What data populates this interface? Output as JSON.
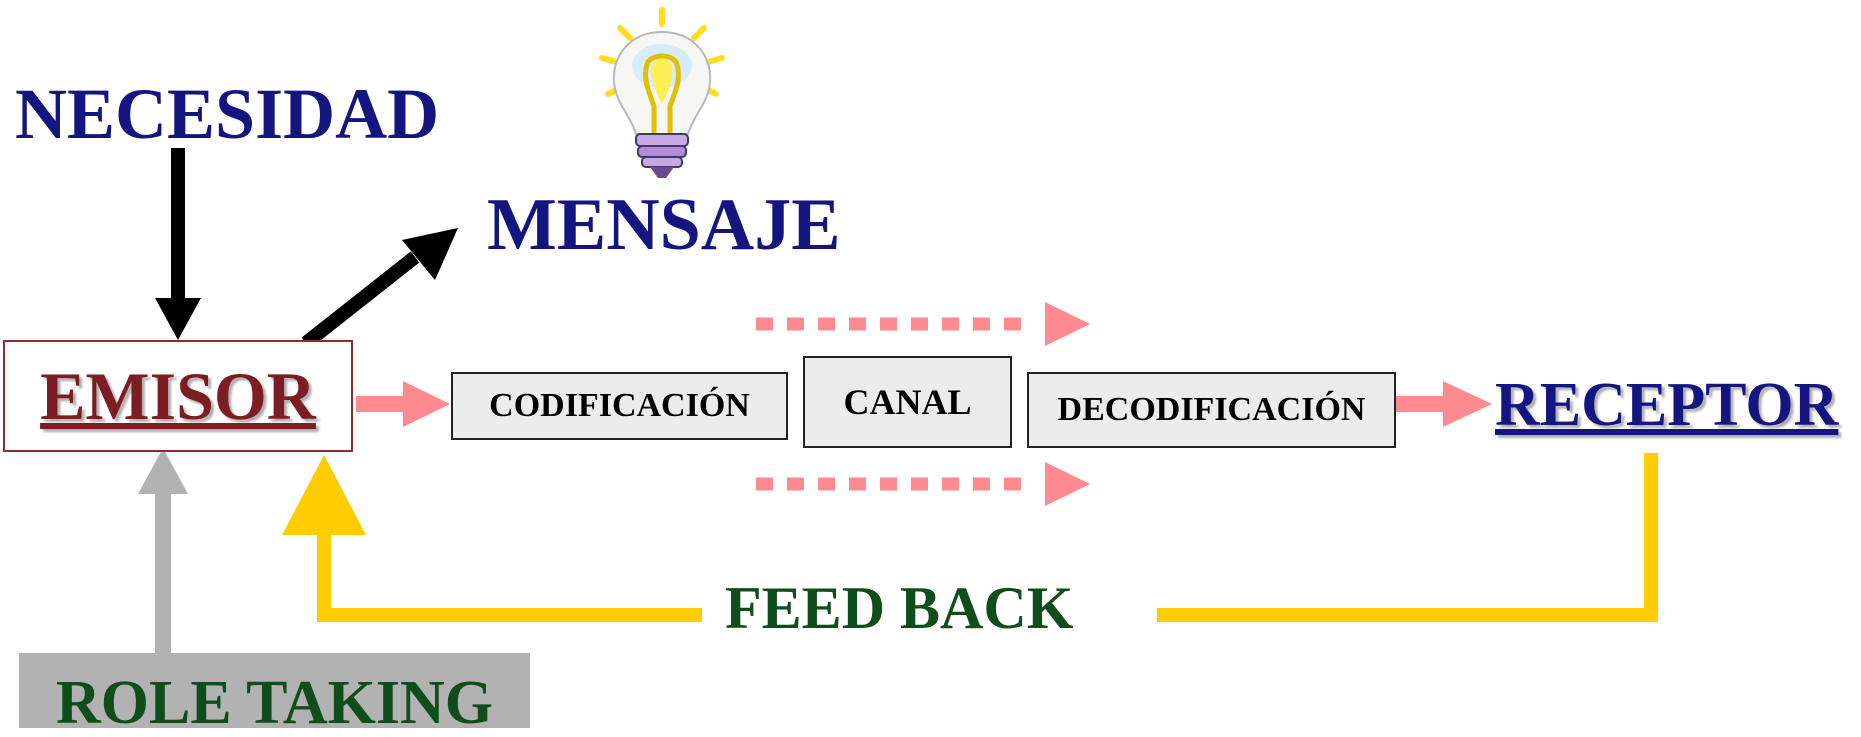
{
  "diagram": {
    "nodes": {
      "necesidad": "NECESIDAD",
      "mensaje": "MENSAJE",
      "emisor": "EMISOR",
      "codificacion": "CODIFICACIÓN",
      "canal": "CANAL",
      "decodificacion": "DECODIFICACIÓN",
      "receptor": "RECEPTOR",
      "feedback": "FEED BACK",
      "role_taking": "ROLE TAKING"
    },
    "icons": {
      "bulb": "lightbulb-icon"
    },
    "colors": {
      "heading_blue": "#151580",
      "emisor_red": "#7b1d22",
      "flow_pink": "#ff8a8f",
      "feedback_yellow": "#ffcc00",
      "green_text": "#0f4d1a",
      "gray": "#b2b2b2"
    }
  }
}
